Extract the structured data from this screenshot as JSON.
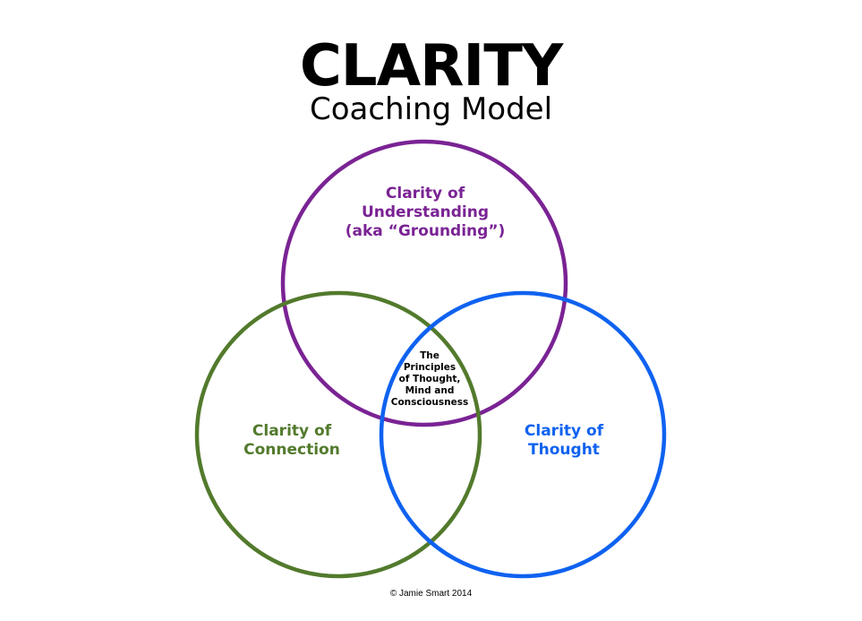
{
  "title": "CLARITY",
  "subtitle": "Coaching Model",
  "colors": {
    "understanding": "#7a2394",
    "connection": "#527a2c",
    "thought": "#0f62f0",
    "text": "#000000"
  },
  "circles": {
    "understanding": {
      "lines": [
        "Clarity of",
        "Understanding",
        "(aka “Grounding”)"
      ]
    },
    "connection": {
      "lines": [
        "Clarity of",
        "Connection"
      ]
    },
    "thought": {
      "lines": [
        "Clarity of",
        "Thought"
      ]
    }
  },
  "center": {
    "lines": [
      "The",
      "Principles",
      "of Thought,",
      "Mind and",
      "Consciousness"
    ]
  },
  "footer": "© Jamie Smart 2014"
}
